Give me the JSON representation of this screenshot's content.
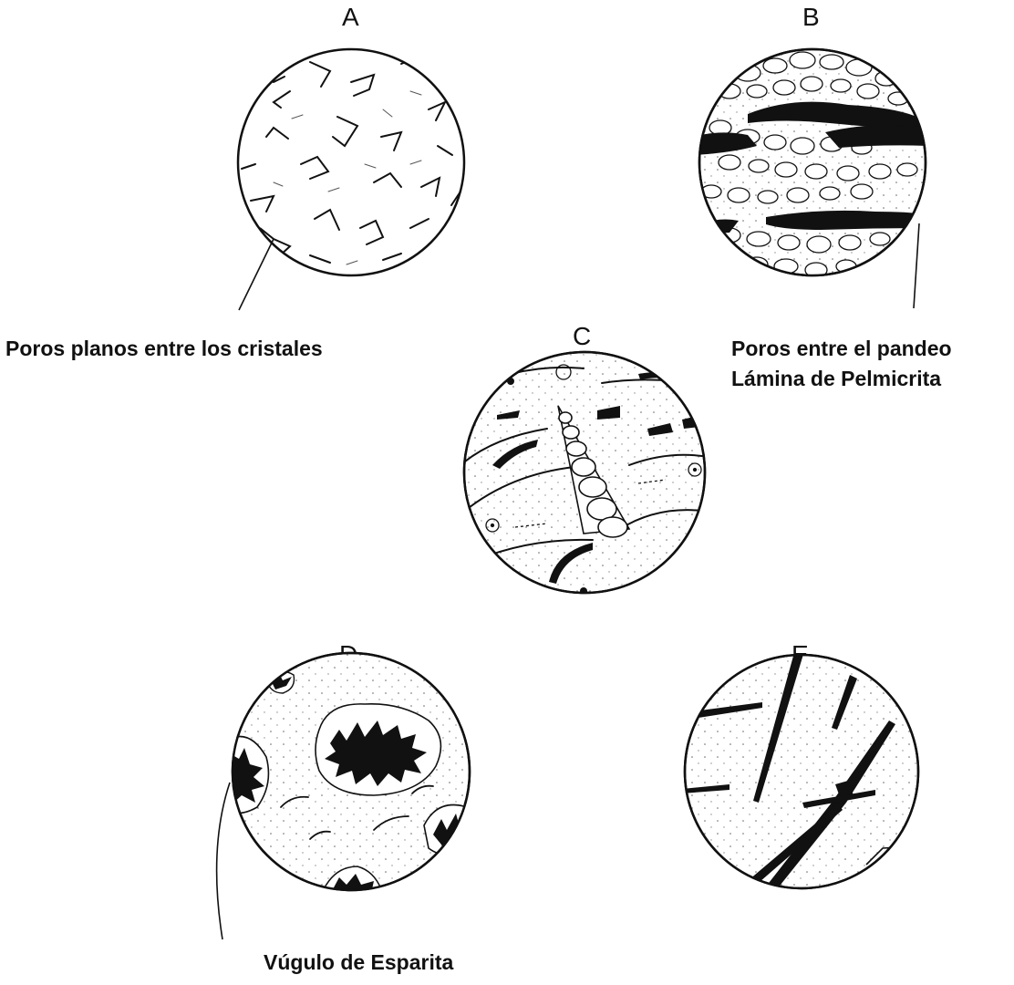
{
  "panels": [
    {
      "letter": "A"
    },
    {
      "letter": "B"
    },
    {
      "letter": "C"
    },
    {
      "letter": "D"
    },
    {
      "letter": "E"
    }
  ],
  "captions": {
    "a": "Poros planos entre los cristales",
    "b_line1": "Poros entre el pandeo",
    "b_line2": "Lámina de Pelmicrita",
    "d": "Vúgulo de Esparita"
  },
  "colors": {
    "ink": "#111111",
    "paper": "#ffffff"
  }
}
